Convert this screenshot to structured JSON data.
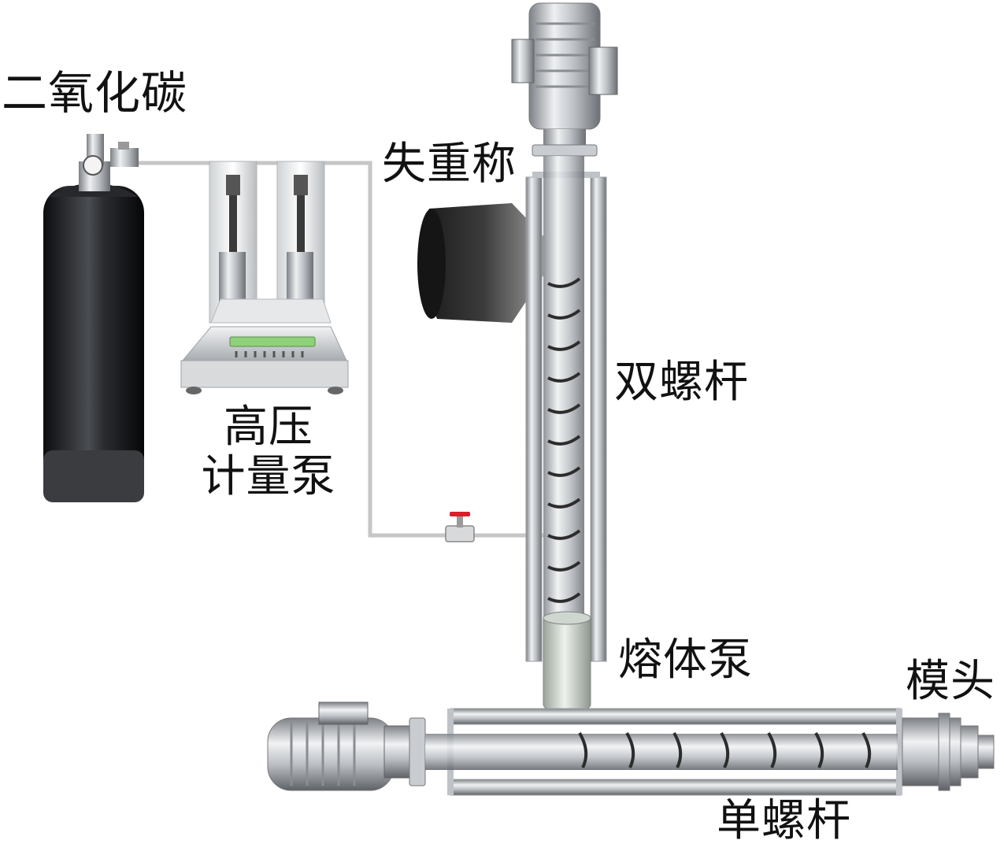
{
  "labels": {
    "co2": "二氧化碳",
    "loss_weight_feeder": "失重称",
    "pump_line1": "高压",
    "pump_line2": "计量泵",
    "twin_screw": "双螺杆",
    "melt_pump": "熔体泵",
    "die": "模头",
    "single_screw": "单螺杆"
  },
  "colors": {
    "pipe": "#c9c9c9",
    "steel": "#b8bcc0",
    "cylinder": "#1d1f22",
    "screen": "#8fd17a",
    "valve": "#d8202a"
  }
}
